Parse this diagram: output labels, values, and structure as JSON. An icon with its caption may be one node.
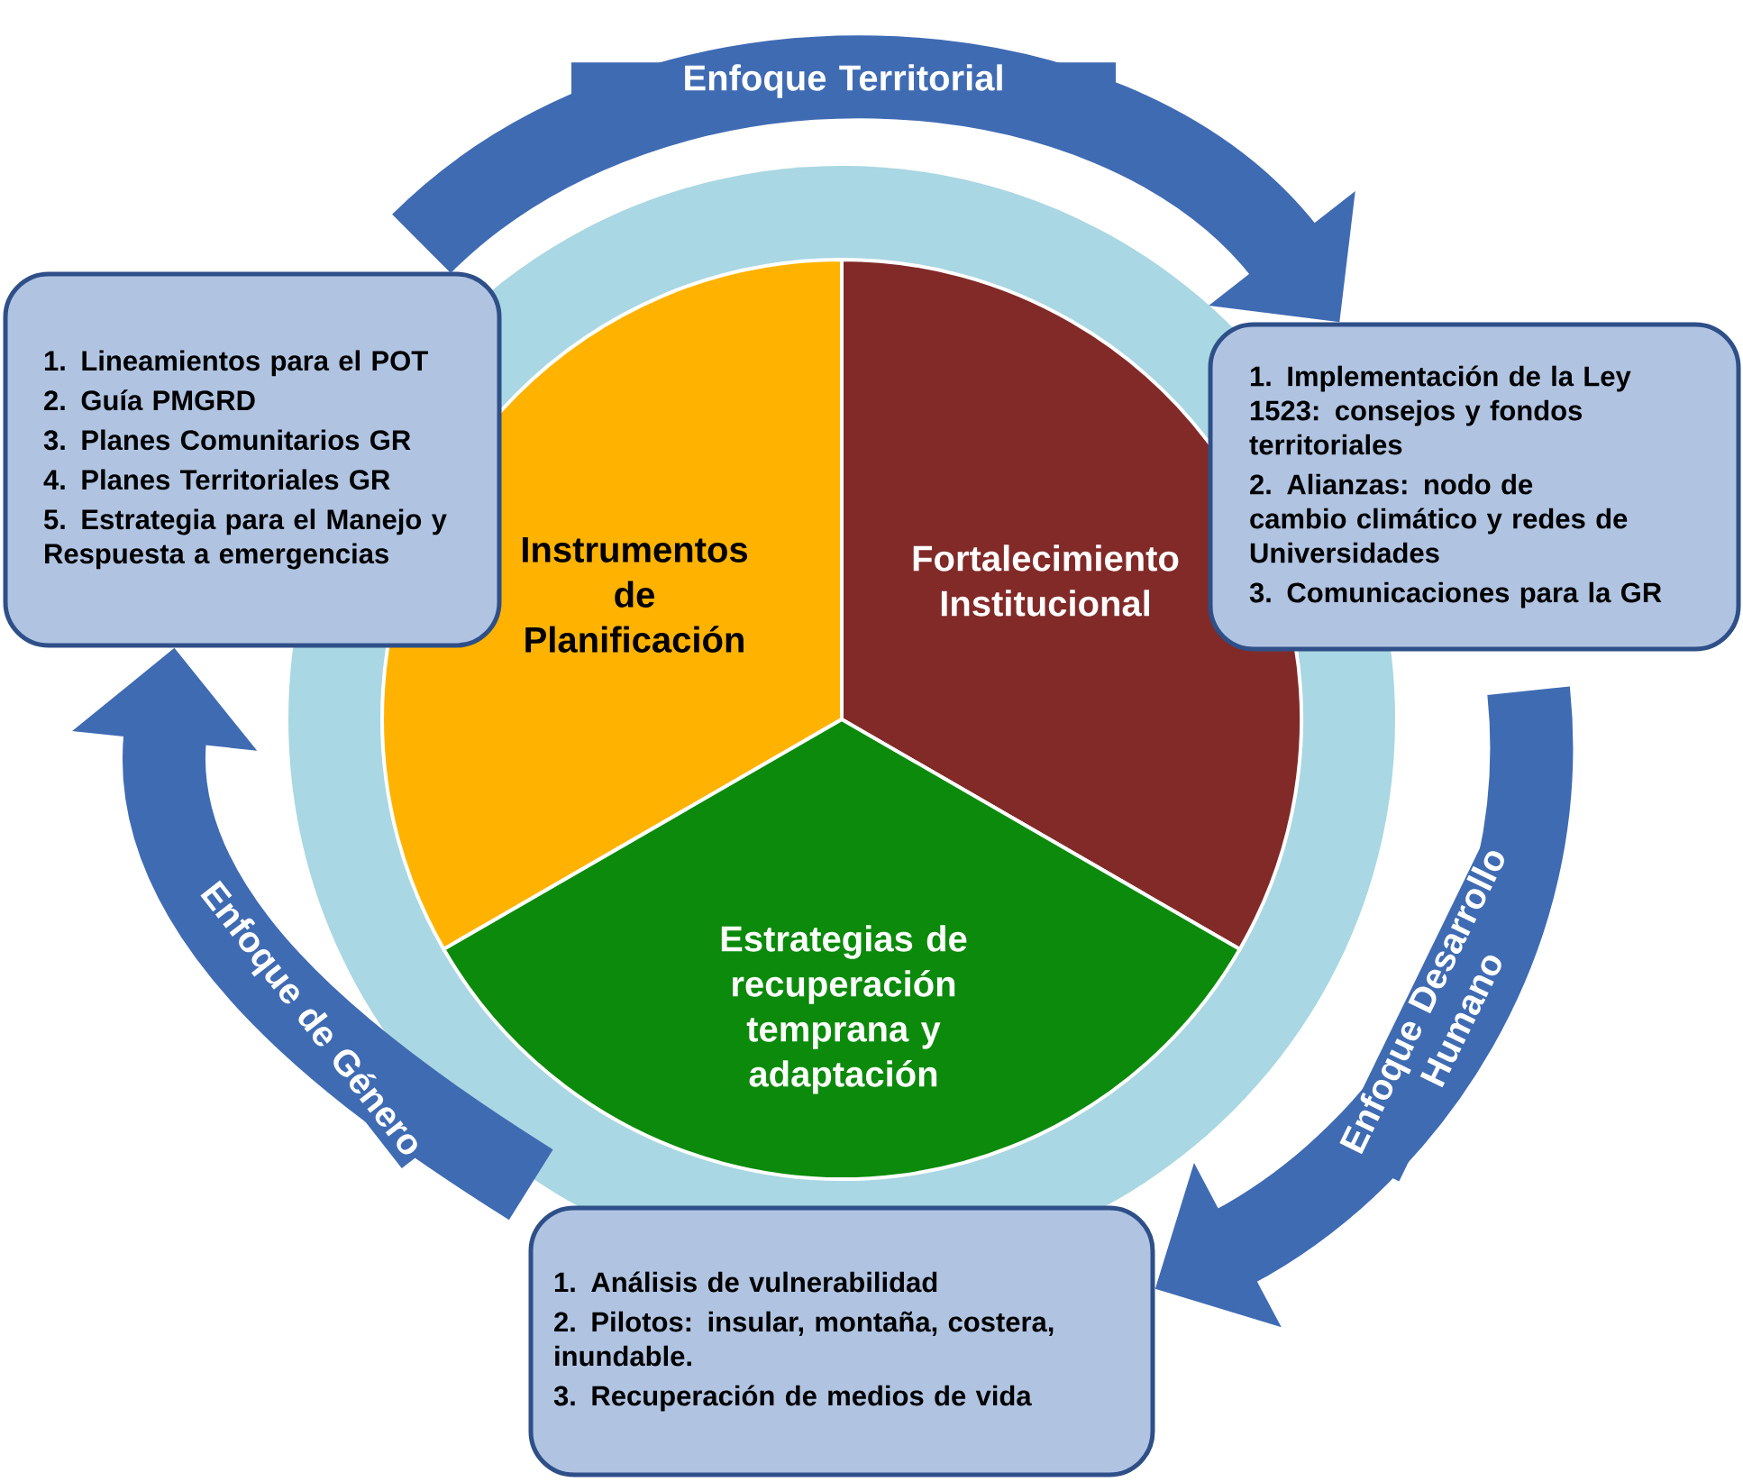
{
  "diagram": {
    "nodes": [
      {
        "text": [
          "Instrumentos de Planificación"
        ]
      },
      {
        "text": [
          "Fortalecimiento Institucional"
        ]
      },
      {
        "text": [
          "Estrategias de recuperación temprana y adaptación"
        ]
      },
      {
        "text": [
          "1. Lineamientos para el POT",
          "2. Guía PMGRD",
          "3. Planes Comunitarios GR",
          "4. Planes Territoriales GR",
          "5. Estrategia para el Manejo y Respuesta a emergencias"
        ]
      },
      {
        "text": [
          "1. Implementación de la Ley 1523: consejos y fondos territoriales",
          "2. Alianzas: nodo de cambio climático y redes de Universidades",
          "3. Comunicaciones para la GR"
        ]
      },
      {
        "text": [
          "1. Análisis de vulnerabilidad",
          "2. Pilotos: insular, montaña, costera, inundable.",
          "3. Recuperación de medios de vida"
        ]
      }
    ],
    "edges": [
      {
        "from": 3,
        "to": 4,
        "arrow": "to",
        "label": "Enfoque Territorial"
      },
      {
        "from": 4,
        "to": 5,
        "arrow": "to",
        "label": "Enfoque Desarrollo Humano"
      },
      {
        "from": 5,
        "to": 3,
        "arrow": "to",
        "label": "Enfoque de Género"
      }
    ]
  }
}
